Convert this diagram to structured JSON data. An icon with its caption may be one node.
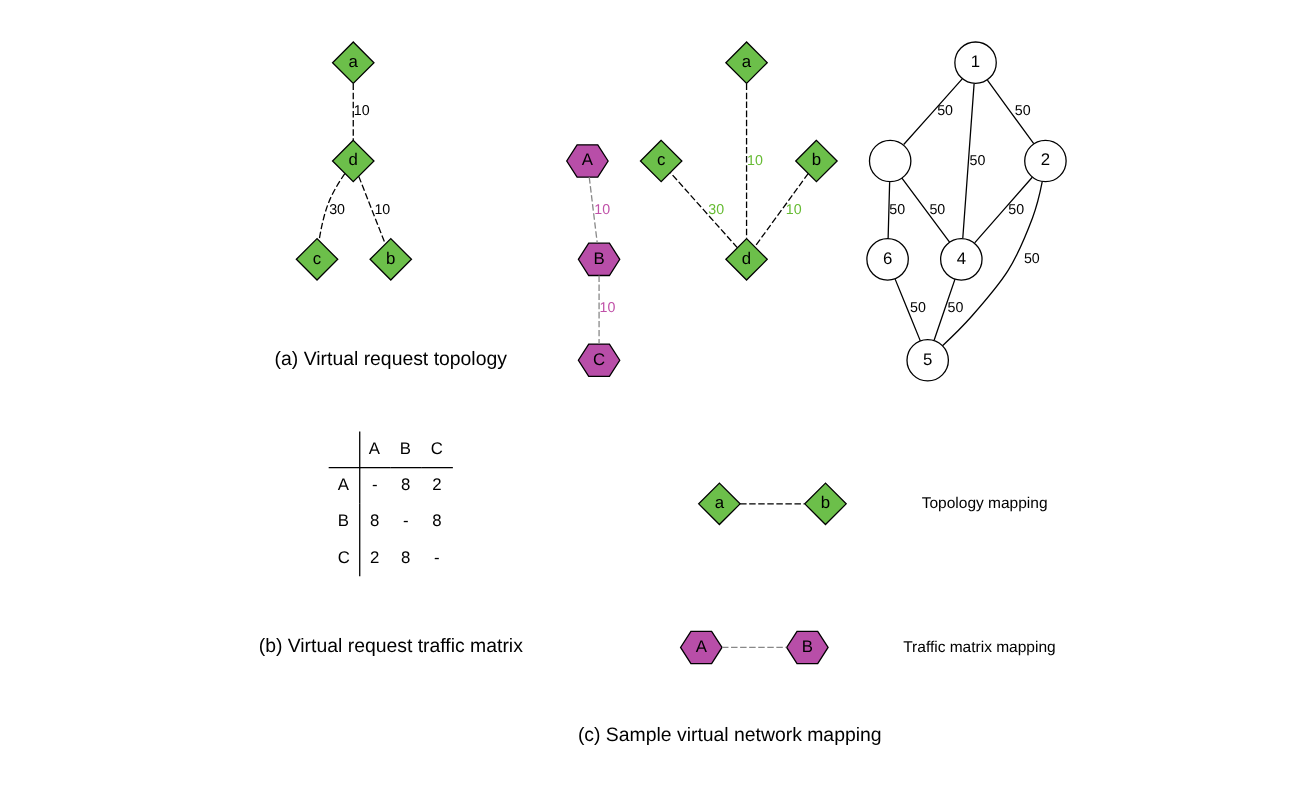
{
  "diagram": {
    "nodes": [
      {
        "text": [
          "a"
        ]
      },
      {
        "text": [
          "c"
        ]
      },
      {
        "text": [
          "d"
        ]
      },
      {
        "text": [
          "b"
        ]
      },
      {
        "text": [
          "1"
        ]
      },
      {
        "text": [
          "a"
        ]
      },
      {
        "text": [
          "c"
        ]
      },
      {
        "text": [],
        "shape": "circle"
      },
      {
        "text": [
          "A"
        ]
      },
      {
        "text": [
          "d"
        ]
      },
      {
        "text": [
          "4"
        ]
      },
      {
        "text": [
          "B"
        ]
      },
      {
        "text": [
          "6"
        ]
      },
      {
        "text": [
          "C"
        ]
      },
      {
        "text": [
          "b"
        ]
      },
      {
        "text": [
          "2"
        ]
      },
      {
        "text": [
          "5"
        ]
      },
      {
        "text": [
          "a"
        ]
      },
      {
        "text": [
          "b"
        ]
      },
      {
        "text": [
          "A"
        ]
      },
      {
        "text": [
          "B"
        ]
      }
    ],
    "edges": [
      {
        "from": 0,
        "to": 2,
        "arrow": "none",
        "label": "10",
        "style": "dashed"
      },
      {
        "from": 2,
        "to": 1,
        "arrow": "none",
        "label": "30",
        "style": "dashed"
      },
      {
        "from": 2,
        "to": 3,
        "arrow": "none",
        "label": "10",
        "style": "dashed"
      },
      {
        "from": 4,
        "to": 7,
        "arrow": "none",
        "label": "50"
      },
      {
        "from": 4,
        "to": 15,
        "arrow": "none",
        "label": "50"
      },
      {
        "from": 4,
        "to": 10,
        "arrow": "none",
        "label": "50"
      },
      {
        "from": 7,
        "to": 10,
        "arrow": "none",
        "label": "50"
      },
      {
        "from": 7,
        "to": 12,
        "arrow": "none",
        "label": "50"
      },
      {
        "from": 15,
        "to": 10,
        "arrow": "none",
        "label": "50"
      },
      {
        "from": 15,
        "to": 16,
        "arrow": "none",
        "label": "50"
      },
      {
        "from": 10,
        "to": 16,
        "arrow": "none",
        "label": "50"
      },
      {
        "from": 16,
        "to": 12,
        "arrow": "none",
        "label": "50"
      },
      {
        "from": 5,
        "to": 9,
        "arrow": "none",
        "label": "10",
        "style": "dashed"
      },
      {
        "from": 9,
        "to": 6,
        "arrow": "none",
        "label": "30",
        "style": "dashed"
      },
      {
        "from": 14,
        "to": 9,
        "arrow": "none",
        "label": "10",
        "style": "dashed"
      },
      {
        "from": 8,
        "to": 11,
        "arrow": "none",
        "label": "10",
        "style": "dashed",
        "color": "#888888"
      },
      {
        "from": 11,
        "to": 13,
        "arrow": "none",
        "label": "10",
        "style": "dashed",
        "color": "#888888"
      },
      {
        "from": 17,
        "to": 18,
        "arrow": "none",
        "style": "dashed"
      },
      {
        "from": 19,
        "to": 20,
        "arrow": "none",
        "style": "dashed",
        "color": "#888888"
      }
    ],
    "labels": [
      "A",
      "B",
      "C",
      "A",
      "-",
      "8",
      "2",
      "B",
      "8",
      "-",
      "8",
      "C",
      "2",
      "8",
      "-",
      "(a) Virtual request topology",
      "(b) Virtual request traffic matrix",
      "(c) Sample virtual network mapping"
    ],
    "legend": [
      {
        "text": "Topology mapping"
      },
      {
        "text": "Traffic matrix mapping"
      }
    ]
  }
}
